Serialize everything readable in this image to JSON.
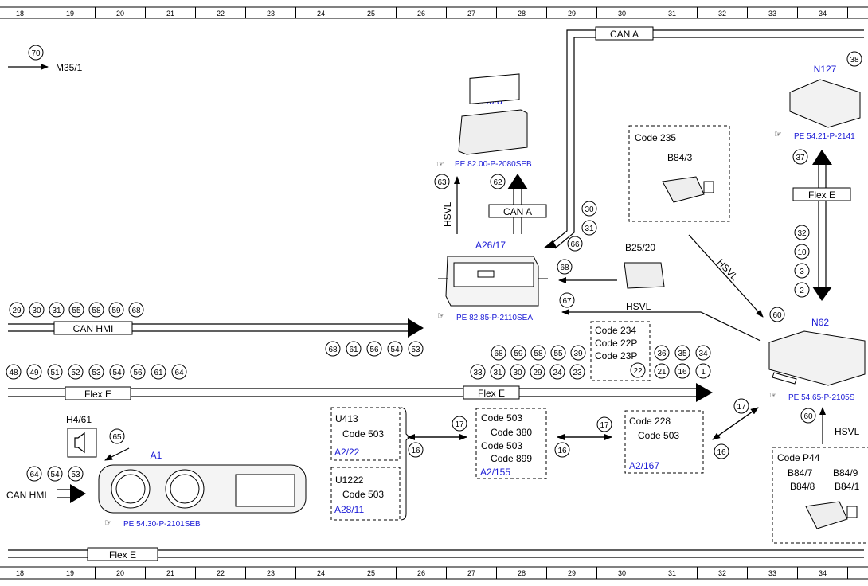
{
  "ruler": {
    "cols": [
      "18",
      "19",
      "20",
      "21",
      "22",
      "23",
      "24",
      "25",
      "26",
      "27",
      "28",
      "29",
      "30",
      "31",
      "32",
      "33",
      "34"
    ]
  },
  "top_arrow": {
    "num": "70",
    "label": "M35/1"
  },
  "modules": {
    "a40_8": {
      "name": "A40/8",
      "ref": "PE 82.00-P-2080SEB"
    },
    "a26_17": {
      "name": "A26/17",
      "ref": "PE 82.85-P-2110SEA"
    },
    "n127": {
      "name": "N127",
      "ref": "PE 54.21-P-2141"
    },
    "n62": {
      "name": "N62",
      "ref": "PE 54.65-P-2105S"
    },
    "a1": {
      "name": "A1",
      "ref": "PE 54.30-P-2101SEB"
    },
    "h4_61": {
      "name": "H4/61"
    },
    "b25_20": {
      "name": "B25/20"
    }
  },
  "boxes": {
    "code235": {
      "title": "Code 235",
      "part": "B84/3"
    },
    "code234": {
      "lines": [
        "Code 234",
        "Code 22P",
        "Code 23P"
      ]
    },
    "u413": {
      "title": "U413",
      "code": "Code 503",
      "ref": "A2/22"
    },
    "u1222": {
      "title": "U1222",
      "code": "Code 503",
      "ref": "A28/11"
    },
    "code503a": {
      "lines": [
        "Code 503",
        "Code 380",
        "Code 503",
        "Code 899"
      ],
      "ref": "A2/155"
    },
    "code228": {
      "lines": [
        "Code 228",
        "Code 503"
      ],
      "ref": "A2/167"
    },
    "codep44": {
      "title": "Code P44",
      "parts": [
        "B84/7",
        "B84/8",
        "B84/9",
        "B84/1"
      ]
    }
  },
  "bus": {
    "can_a_top": "CAN A",
    "can_a_mid": "CAN A",
    "can_hmi_top": "CAN HMI",
    "flex_e_mid": "Flex E",
    "flex_e_mid2": "Flex E",
    "flex_e_right": "Flex E",
    "can_hmi_bottom": "CAN HMI",
    "flex_e_bottom": "Flex E"
  },
  "signals": {
    "hsvl_a": "HSVL",
    "hsvl_b": "HSVL",
    "hsvl_c": "HSVL",
    "hsvl_d": "HSVL"
  },
  "circles": {
    "c38": "38",
    "c37": "37",
    "c63": "63",
    "c62": "62",
    "c30": "30",
    "c31": "31",
    "c66": "66",
    "c68a": "68",
    "c67": "67",
    "c60a": "60",
    "c60b": "60",
    "c65": "65",
    "r1": [
      "29",
      "30",
      "31",
      "55",
      "58",
      "59",
      "68"
    ],
    "r2": [
      "68",
      "61",
      "56",
      "54",
      "53"
    ],
    "r3": [
      "68",
      "59",
      "58",
      "55",
      "39"
    ],
    "r4": [
      "33",
      "31",
      "30",
      "29",
      "24",
      "23"
    ],
    "r5": [
      "36",
      "35",
      "34"
    ],
    "r6": [
      "21",
      "16",
      "1"
    ],
    "c22": "22",
    "r7": [
      "48",
      "49",
      "51",
      "52",
      "53",
      "54",
      "56",
      "61",
      "64"
    ],
    "r8": [
      "64",
      "54",
      "53"
    ],
    "r9": [
      "32",
      "10",
      "3",
      "2"
    ],
    "c17a": "17",
    "c16a": "16",
    "c17b": "17",
    "c16b": "16",
    "c17c": "17",
    "c16c": "16"
  }
}
